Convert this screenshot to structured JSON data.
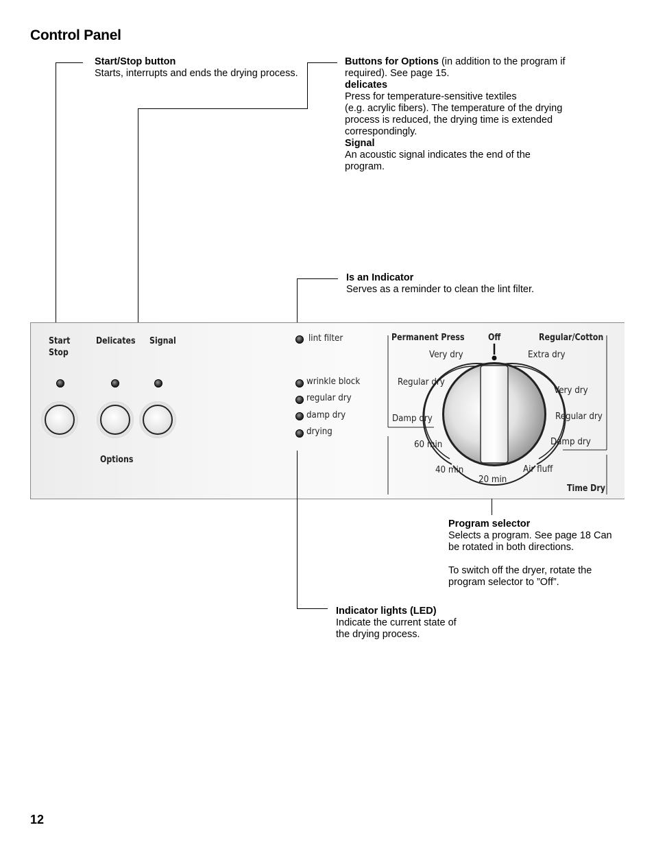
{
  "page": {
    "title": "Control Panel",
    "page_number": "12"
  },
  "callouts": {
    "start_stop": {
      "heading": "Start/Stop button",
      "text": "Starts, interrupts and ends the drying process."
    },
    "options": {
      "heading": "Buttons for Options",
      "heading_suffix": " (in addition to the program if",
      "line2": "required). See page 15.",
      "delicates_heading": "delicates",
      "delicates_line1": "Press for temperature-sensitive textiles",
      "delicates_line2": "(e.g. acrylic fibers). The temperature of the drying",
      "delicates_line3": "process is reduced, the drying time is extended",
      "delicates_line4": "correspondingly.",
      "signal_heading": "Signal",
      "signal_line1": "An acoustic signal indicates the end of the",
      "signal_line2": "program."
    },
    "indicator": {
      "heading": "Is an Indicator",
      "text": "Serves as a reminder to clean the lint filter."
    },
    "program_selector": {
      "heading": "Program selector",
      "line1": "Selects a program. See page 18 Can",
      "line2": "be rotated in both directions.",
      "line3": "To switch off the dryer, rotate the",
      "line4": "program selector to ”Off”."
    },
    "leds": {
      "heading": "Indicator lights (LED)",
      "line1": "Indicate the current state of",
      "line2": "the drying process."
    }
  },
  "panel": {
    "start_label_1": "Start",
    "start_label_2": "Stop",
    "delicates_label": "Delicates",
    "signal_label": "Signal",
    "options_label": "Options",
    "leds": [
      "lint filter",
      "wrinkle block",
      "regular dry",
      "damp dry",
      "drying"
    ],
    "dial": {
      "permanent_press": "Permanent Press",
      "off": "Off",
      "regular_cotton": "Regular/Cotton",
      "time_dry": "Time Dry",
      "pp_very_dry": "Very dry",
      "pp_regular_dry": "Regular dry",
      "pp_damp_dry": "Damp dry",
      "rc_extra_dry": "Extra dry",
      "rc_very_dry": "Very dry",
      "rc_regular_dry": "Regular dry",
      "rc_damp_dry": "Damp dry",
      "t60": "60 min",
      "t40": "40 min",
      "t20": "20 min",
      "air_fluff": "Air fluff"
    }
  }
}
